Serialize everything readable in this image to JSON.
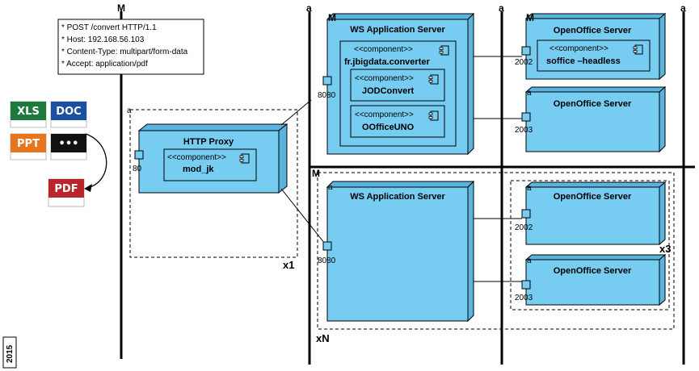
{
  "request_note": {
    "lines": [
      "* POST /convert HTTP/1.1",
      "* Host: 192.168.56.103",
      "* Content-Type: multipart/form-data",
      "* Accept: application/pdf"
    ]
  },
  "lane_markers": {
    "left": "M",
    "mid": "a",
    "right": "a",
    "far": "a"
  },
  "file_icons": {
    "xls": "XLS",
    "doc": "DOC",
    "ppt": "PPT",
    "other": "•••",
    "pdf": "PDF"
  },
  "proxy_group": {
    "marker": "a",
    "multiplicity": "x1",
    "node_title": "HTTP Proxy",
    "port": "80",
    "component_stereotype": "<<component>>",
    "component_name": "mod_jk"
  },
  "top_cluster": {
    "server_marker": "M",
    "server_title": "WS Application Server",
    "port": "8080",
    "outer_component": {
      "stereotype": "<<component>>",
      "name": "fr.jbigdata.converter"
    },
    "inner_components": [
      {
        "stereotype": "<<component>>",
        "name": "JODConvert"
      },
      {
        "stereotype": "<<component>>",
        "name": "OOfficeUNO"
      }
    ],
    "office_servers": [
      {
        "marker": "M",
        "title": "OpenOffice Server",
        "port": "2002",
        "component_stereotype": "<<component>>",
        "component_name": "soffice –headless"
      },
      {
        "marker": "a",
        "title": "OpenOffice Server",
        "port": "2003"
      }
    ]
  },
  "bottom_cluster": {
    "group_marker": "M",
    "multiplicity": "xN",
    "server_marker": "a",
    "server_title": "WS Application Server",
    "port": "8080",
    "office_multiplicity": "x3",
    "office_servers": [
      {
        "marker": "a",
        "title": "OpenOffice Server",
        "port": "2002"
      },
      {
        "marker": "a",
        "title": "OpenOffice Server",
        "port": "2003"
      }
    ]
  },
  "year_stamp": "2015",
  "colors": {
    "node_fill": "#77ccf2",
    "node_side": "#5bb4de",
    "xls": "#1e7a3c",
    "doc": "#1a4fa3",
    "ppt": "#e8741b",
    "other": "#111111",
    "pdf": "#b8262b"
  }
}
